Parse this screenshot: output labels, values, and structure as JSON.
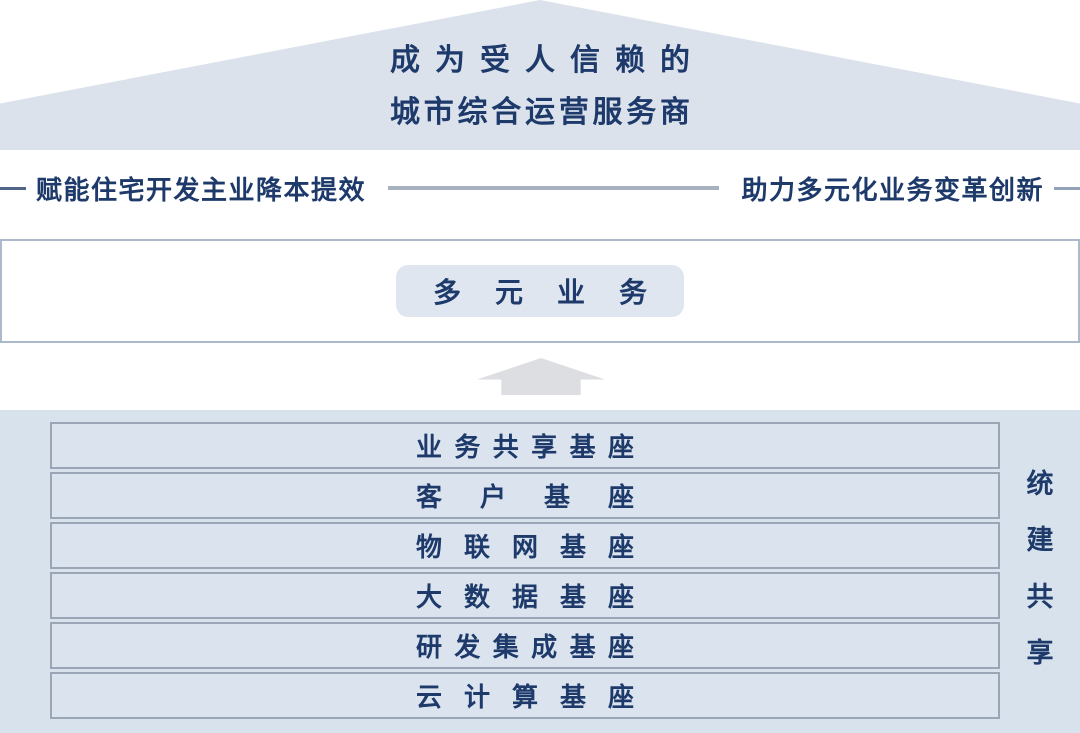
{
  "vision": {
    "line1": "成为受人信赖的",
    "line2": "城市综合运营服务商"
  },
  "connectors": {
    "left_label": "赋能住宅开发主业降本提效",
    "right_label": "助力多元化业务变革创新"
  },
  "business_box": {
    "pill_label": "多元业务"
  },
  "platform_panel": {
    "rows": [
      "业务共享基座",
      "客户基座",
      "物联网基座",
      "大数据基座",
      "研发集成基座",
      "云计算基座"
    ],
    "side_label": "统建共享"
  },
  "colors": {
    "navy_text": "#1e3a6b",
    "roof_fill": "#dbe2ec",
    "panel_fill": "#d8e2ec",
    "row_border": "#9aa6b6",
    "box_border": "#abb9cb",
    "pill_fill": "#dfe6f0",
    "arrow_fill": "#dcdee2"
  }
}
